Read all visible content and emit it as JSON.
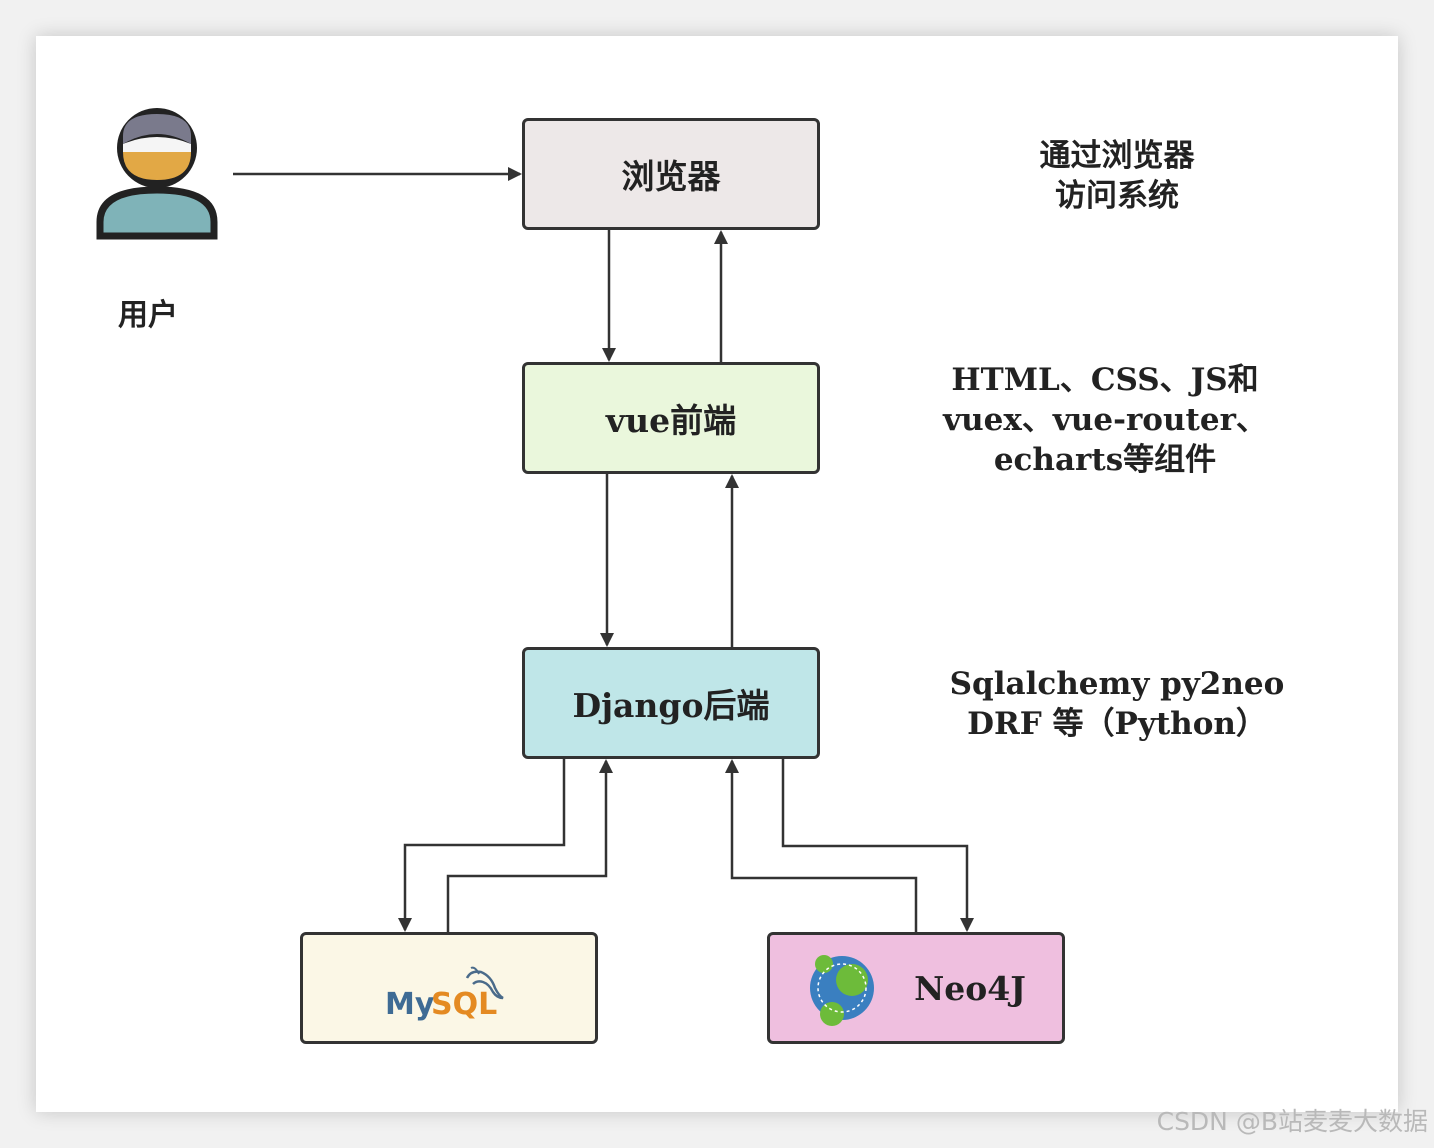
{
  "user": {
    "label": "用户",
    "icon": "person-icon"
  },
  "nodes": {
    "browser": "浏览器",
    "vue": "vue前端",
    "django": "Django后端",
    "mysql": "MySQL",
    "neo4j": "Neo4J"
  },
  "notes": {
    "browser": [
      "通过浏览器",
      "访问系统"
    ],
    "vue": [
      "HTML、CSS、JS和",
      "vuex、vue-router、",
      "echarts等组件"
    ],
    "django": [
      "Sqlalchemy py2neo",
      "DRF 等（Python）"
    ]
  },
  "watermark": "CSDN @B站麦麦大数据",
  "colors": {
    "browser": "#ede8e8",
    "vue": "#eaf7dc",
    "django": "#bfe6e8",
    "mysql": "#fbf7e6",
    "neo4j": "#efbfdf",
    "arrow": "#333333"
  }
}
